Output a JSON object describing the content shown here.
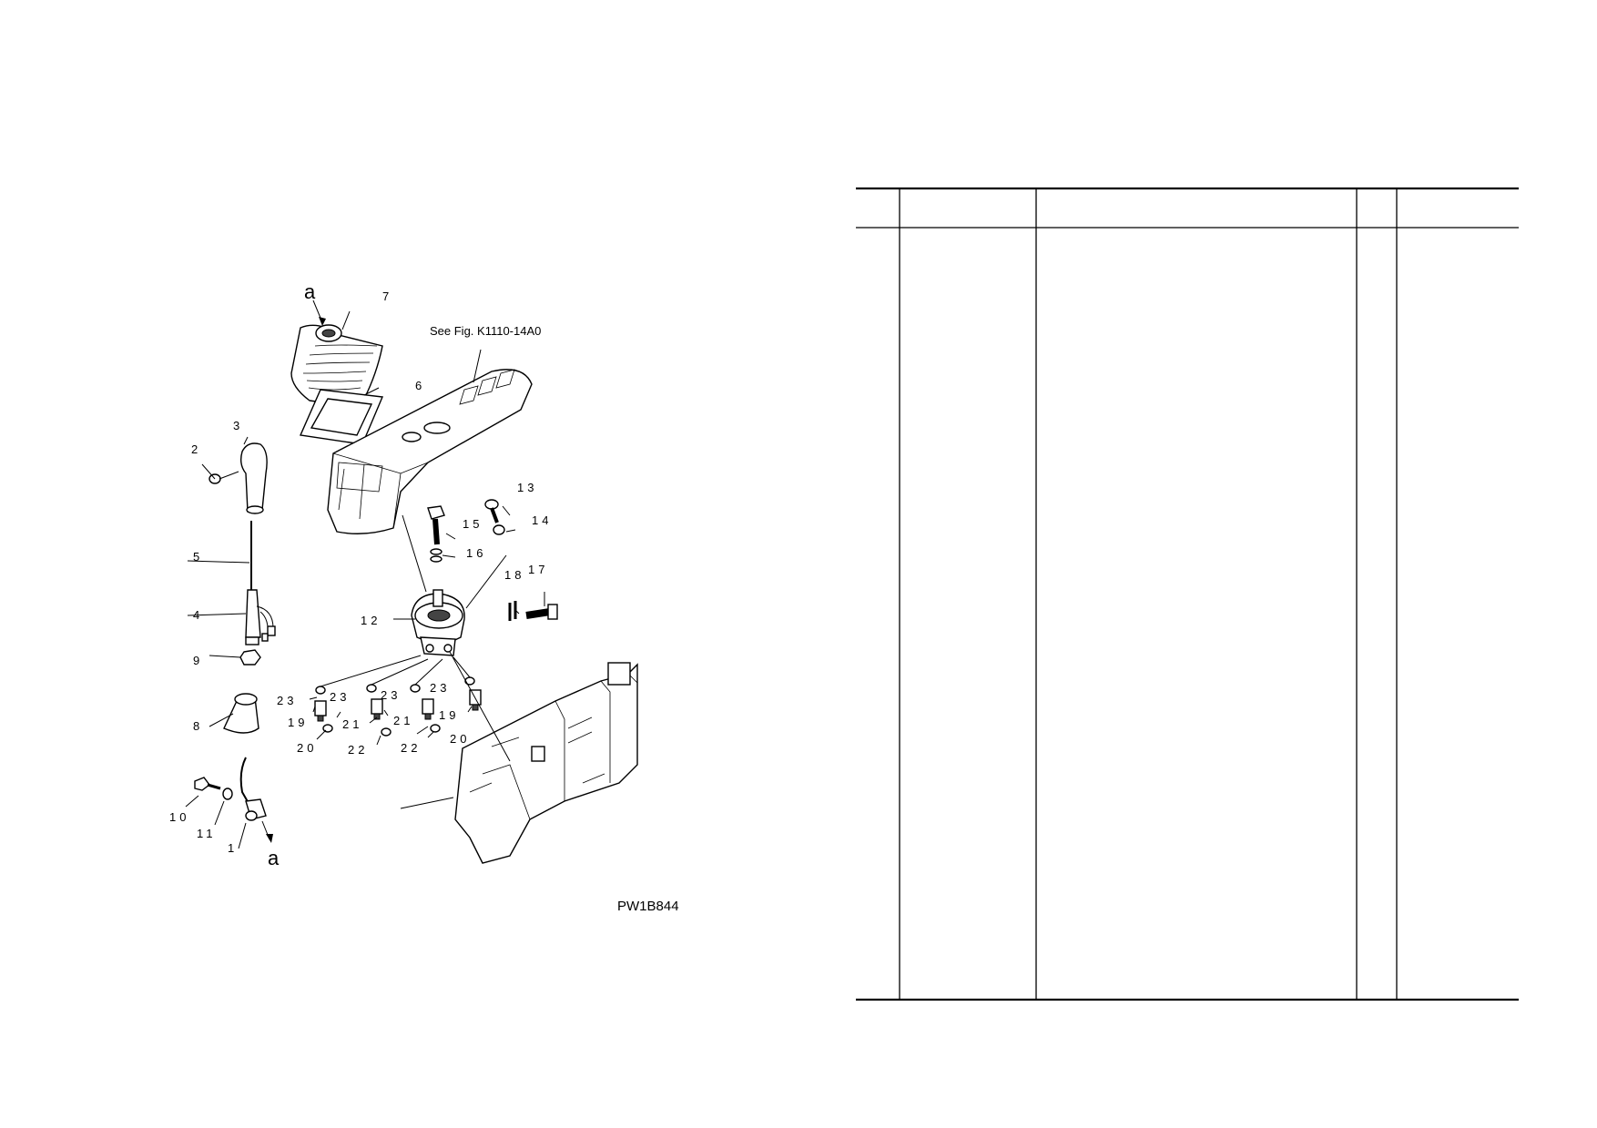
{
  "diagram": {
    "reference_note": "See Fig. K1110-14A0",
    "figure_code": "PW1B844",
    "view_marker_top": "a",
    "view_marker_bottom": "a",
    "callouts": {
      "c1": "1",
      "c2": "2",
      "c3": "3",
      "c4": "4",
      "c5": "5",
      "c6": "6",
      "c7": "7",
      "c8": "8",
      "c9": "9",
      "c10": "10",
      "c11": "11",
      "c12": "12",
      "c13": "13",
      "c14": "14",
      "c15": "15",
      "c16": "16",
      "c17": "17",
      "c18": "18",
      "c19a": "19",
      "c19b": "19",
      "c20a": "20",
      "c20b": "20",
      "c21a": "21",
      "c21b": "21",
      "c22a": "22",
      "c22b": "22",
      "c23a": "23",
      "c23b": "23",
      "c23c": "23",
      "c23d": "23"
    }
  },
  "parts_table": {
    "columns": [
      "",
      "",
      "",
      "",
      ""
    ],
    "rows": []
  }
}
